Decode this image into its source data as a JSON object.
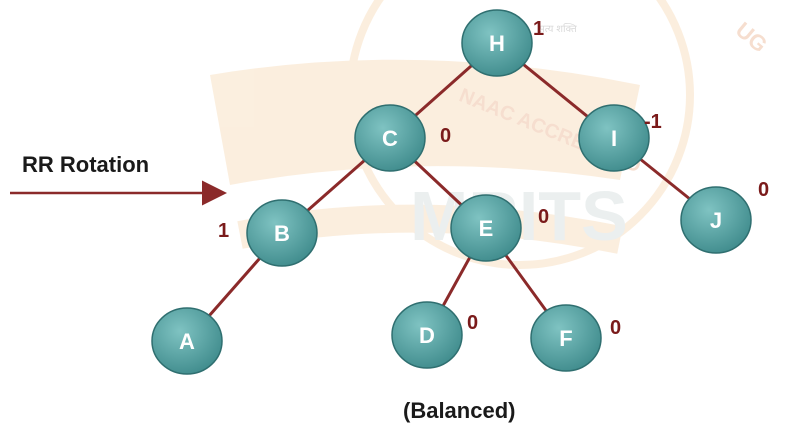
{
  "rotation_label": "RR Rotation",
  "caption": "(Balanced)",
  "watermark": {
    "logo_text": "MRITS",
    "seal_text": "NAAC ACCREDITED",
    "small_text": "UG",
    "hindi_text": "सत्य शक्ति"
  },
  "colors": {
    "node_fill": "#4e9a9a",
    "node_edge": "#2f6f70",
    "tree_edge": "#8b2a2a",
    "balance_text": "#7a1a1a",
    "watermark": "#f2c48d"
  },
  "tree": {
    "nodes": [
      {
        "id": "H",
        "label": "H",
        "balance": "1"
      },
      {
        "id": "C",
        "label": "C",
        "balance": "0"
      },
      {
        "id": "I",
        "label": "I",
        "balance": "-1"
      },
      {
        "id": "B",
        "label": "B",
        "balance": "1"
      },
      {
        "id": "E",
        "label": "E",
        "balance": "0"
      },
      {
        "id": "J",
        "label": "J",
        "balance": "0"
      },
      {
        "id": "A",
        "label": "A",
        "balance": ""
      },
      {
        "id": "D",
        "label": "D",
        "balance": "0"
      },
      {
        "id": "F",
        "label": "F",
        "balance": "0"
      }
    ],
    "edges": [
      {
        "from": "H",
        "to": "C"
      },
      {
        "from": "H",
        "to": "I"
      },
      {
        "from": "C",
        "to": "B"
      },
      {
        "from": "C",
        "to": "E"
      },
      {
        "from": "I",
        "to": "J"
      },
      {
        "from": "B",
        "to": "A"
      },
      {
        "from": "E",
        "to": "D"
      },
      {
        "from": "E",
        "to": "F"
      }
    ]
  }
}
